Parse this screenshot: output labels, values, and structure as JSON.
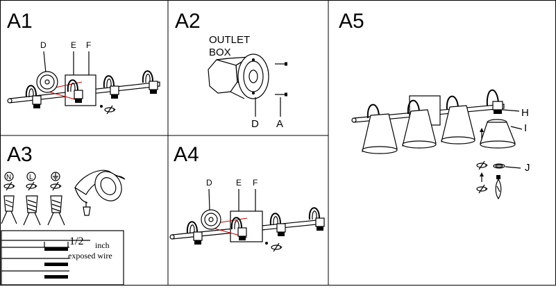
{
  "panels": {
    "a1": {
      "title": "A1",
      "labels": {
        "d": "D",
        "e": "E",
        "f": "F"
      }
    },
    "a2": {
      "title": "A2",
      "outlet_line1": "OUTLET",
      "outlet_line2": "BOX",
      "labels": {
        "d": "D",
        "a": "A"
      }
    },
    "a3": {
      "title": "A3",
      "wire_symbols": {
        "n": "N",
        "l": "L"
      },
      "fraction": "1/2",
      "unit": "inch",
      "caption": "exposed wire"
    },
    "a4": {
      "title": "A4",
      "labels": {
        "d": "D",
        "e": "E",
        "f": "F"
      }
    },
    "a5": {
      "title": "A5",
      "labels": {
        "h": "H",
        "i": "I",
        "j": "J"
      }
    }
  }
}
